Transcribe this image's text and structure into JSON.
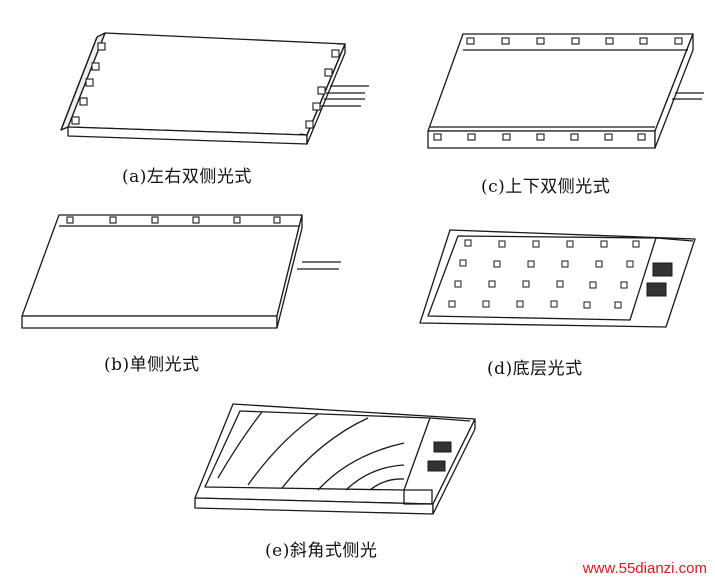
{
  "figure": {
    "panels": [
      {
        "id": "a",
        "caption": "(a)左右双侧光式"
      },
      {
        "id": "c",
        "caption": "(c)上下双侧光式"
      },
      {
        "id": "b",
        "caption": "(b)单侧光式"
      },
      {
        "id": "d",
        "caption": "(d)底层光式"
      },
      {
        "id": "e",
        "caption": "(e)斜角式侧光"
      }
    ]
  },
  "watermark": {
    "text": "www.55dianzi.com"
  },
  "colors": {
    "line": "#1a1a1a",
    "fill": "#ffffff",
    "dark": "#3a3a3a",
    "watermark": "#d9181f"
  }
}
